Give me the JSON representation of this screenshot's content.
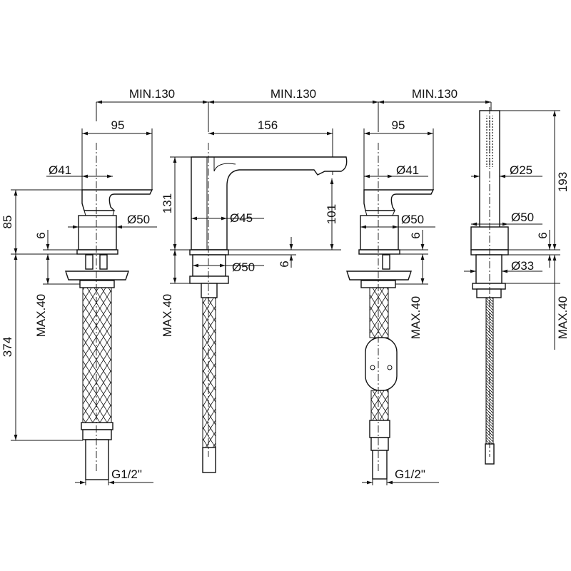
{
  "drawing": {
    "spacing": [
      "MIN.130",
      "MIN.130",
      "MIN.130"
    ],
    "left_mixer": {
      "width": "95",
      "handle_dia": "Ø41",
      "body_dia": "Ø50",
      "height": "85",
      "plate": "6",
      "max_thickness": "MAX.40",
      "length": "374",
      "thread": "G1/2\""
    },
    "spout": {
      "reach": "156",
      "dia": "Ø45",
      "height": "131",
      "outlet_height": "101",
      "body_dia": "Ø50",
      "plate": "6",
      "max_thickness": "MAX.40"
    },
    "right_mixer": {
      "width": "95",
      "handle_dia": "Ø41",
      "body_dia": "Ø50",
      "plate": "6",
      "max_thickness": "MAX.40",
      "thread": "G1/2\""
    },
    "hand_shower": {
      "dia": "Ø25",
      "holder_dia": "Ø50",
      "base_dia": "Ø33",
      "height": "193",
      "plate": "6",
      "max_thickness": "MAX.40"
    }
  }
}
